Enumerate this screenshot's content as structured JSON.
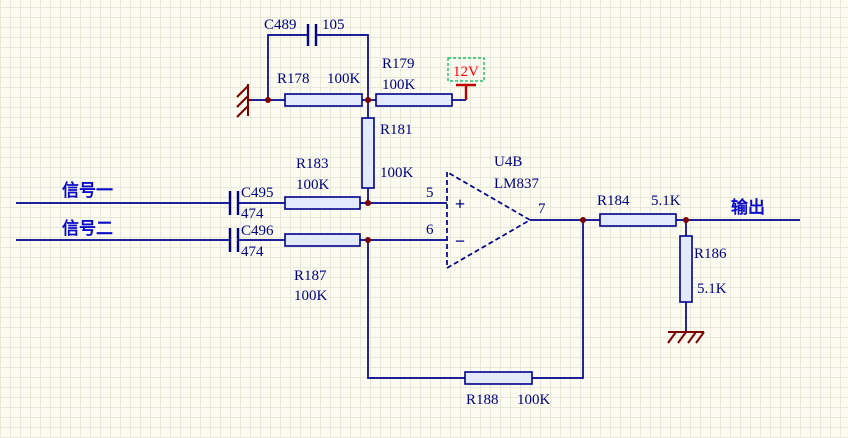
{
  "colors": {
    "background": "#fbfbf2",
    "grid": "#e9e9da",
    "wire": "#00008b",
    "resistor_fill": "#e2eafb",
    "component_text": "#000080",
    "net_label_text": "#0a0ac8",
    "junction": "#7d0000",
    "ground": "#7d0000",
    "power_symbol": "#c00000",
    "power_text": "#ff0000",
    "power_box": "#00b050"
  },
  "components": {
    "c489": {
      "ref": "C489",
      "value": "105"
    },
    "r178": {
      "ref": "R178",
      "value": "100K"
    },
    "r179": {
      "ref": "R179",
      "value": "100K"
    },
    "r181": {
      "ref": "R181",
      "value": "100K"
    },
    "r183": {
      "ref": "R183",
      "value": "100K"
    },
    "r187": {
      "ref": "R187",
      "value": "100K"
    },
    "r184": {
      "ref": "R184",
      "value": "5.1K"
    },
    "r186": {
      "ref": "R186",
      "value": "5.1K"
    },
    "r188": {
      "ref": "R188",
      "value": "100K"
    },
    "c495": {
      "ref": "C495",
      "value": "474"
    },
    "c496": {
      "ref": "C496",
      "value": "474"
    },
    "u4b": {
      "ref": "U4B",
      "part": "LM837"
    }
  },
  "pins": {
    "noninverting": "5",
    "inverting": "6",
    "output": "7"
  },
  "opamp_symbols": {
    "plus": "+",
    "minus": "−"
  },
  "net_labels": {
    "signal1": "信号一",
    "signal2": "信号二",
    "output": "输出"
  },
  "power": {
    "label": "12V"
  }
}
